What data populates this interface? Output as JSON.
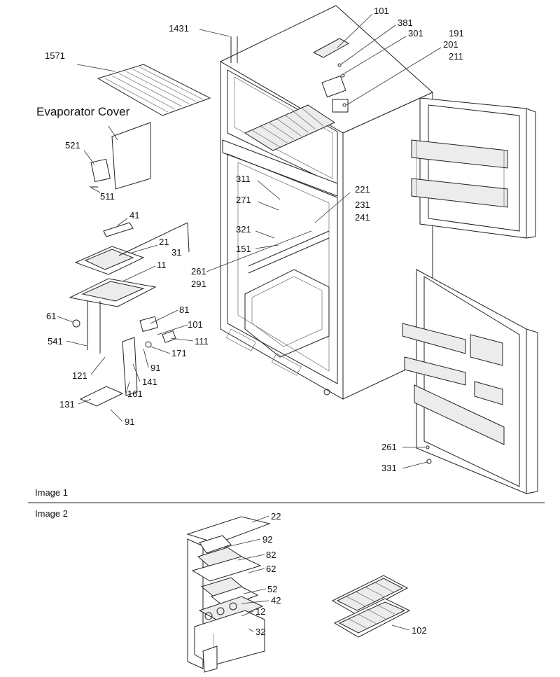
{
  "sections": {
    "image1": "Image 1",
    "image2": "Image 2"
  },
  "callouts": {
    "evaporator_cover": "Evaporator Cover"
  },
  "labels": [
    {
      "id": "p1431",
      "text": "1431"
    },
    {
      "id": "p101a",
      "text": "101"
    },
    {
      "id": "p381",
      "text": "381"
    },
    {
      "id": "p301",
      "text": "301"
    },
    {
      "id": "p191",
      "text": "191"
    },
    {
      "id": "p201",
      "text": "201"
    },
    {
      "id": "p211",
      "text": "211"
    },
    {
      "id": "p1571",
      "text": "1571"
    },
    {
      "id": "p521",
      "text": "521"
    },
    {
      "id": "p511",
      "text": "511"
    },
    {
      "id": "p311",
      "text": "311"
    },
    {
      "id": "p271",
      "text": "271"
    },
    {
      "id": "p221",
      "text": "221"
    },
    {
      "id": "p231",
      "text": "231"
    },
    {
      "id": "p241",
      "text": "241"
    },
    {
      "id": "p41",
      "text": "41"
    },
    {
      "id": "p21",
      "text": "21"
    },
    {
      "id": "p31",
      "text": "31"
    },
    {
      "id": "p321",
      "text": "321"
    },
    {
      "id": "p151",
      "text": "151"
    },
    {
      "id": "p11",
      "text": "11"
    },
    {
      "id": "p261a",
      "text": "261"
    },
    {
      "id": "p291",
      "text": "291"
    },
    {
      "id": "p61",
      "text": "61"
    },
    {
      "id": "p81",
      "text": "81"
    },
    {
      "id": "p101b",
      "text": "101"
    },
    {
      "id": "p541",
      "text": "541"
    },
    {
      "id": "p111",
      "text": "111"
    },
    {
      "id": "p171",
      "text": "171"
    },
    {
      "id": "p91a",
      "text": "91"
    },
    {
      "id": "p121",
      "text": "121"
    },
    {
      "id": "p141",
      "text": "141"
    },
    {
      "id": "p161",
      "text": "161"
    },
    {
      "id": "p131",
      "text": "131"
    },
    {
      "id": "p91b",
      "text": "91"
    },
    {
      "id": "p261b",
      "text": "261"
    },
    {
      "id": "p331",
      "text": "331"
    },
    {
      "id": "p22",
      "text": "22"
    },
    {
      "id": "p92",
      "text": "92"
    },
    {
      "id": "p82",
      "text": "82"
    },
    {
      "id": "p62",
      "text": "62"
    },
    {
      "id": "p52",
      "text": "52"
    },
    {
      "id": "p42",
      "text": "42"
    },
    {
      "id": "p12",
      "text": "12"
    },
    {
      "id": "p32",
      "text": "32"
    },
    {
      "id": "p102",
      "text": "102"
    }
  ]
}
